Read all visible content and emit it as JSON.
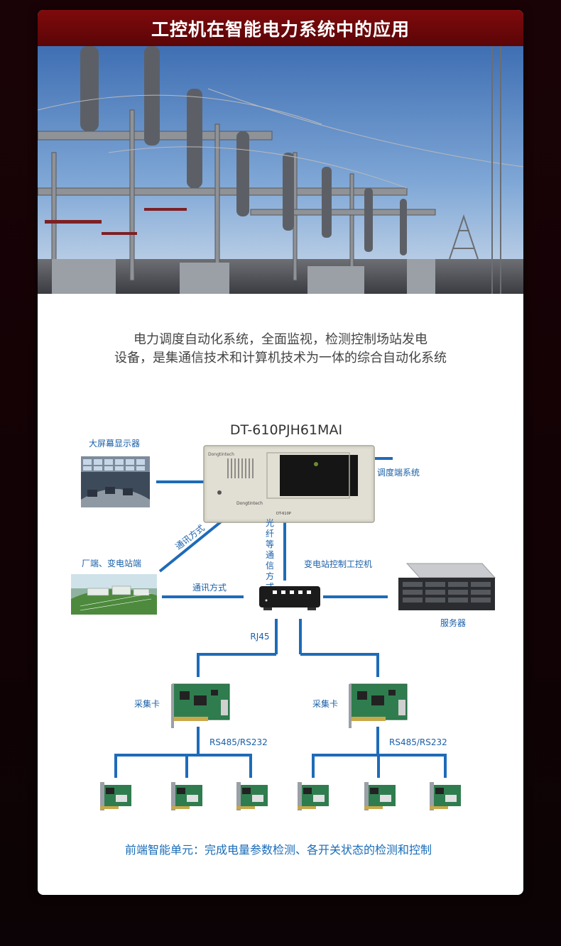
{
  "banner": {
    "title": "工控机在智能电力系统中的应用"
  },
  "intro": {
    "line1": "电力调度自动化系统，全面监视，检测控制场站发电",
    "line2": "设备，是集通信技术和计算机技术为一体的综合自动化系统"
  },
  "diagram": {
    "model": "DT-610PJH61MAI",
    "chassis_brand": "Dongtintech",
    "chassis_tag": "DT-610P",
    "big_screen": "大屏幕显示器",
    "dispatch": "调度端系统",
    "plant": "厂端、变电站端",
    "comm1": "通讯方式",
    "comm2": "通讯方式",
    "fiber": [
      "光",
      "纤",
      "等",
      "通",
      "信",
      "方",
      "式"
    ],
    "substation_ipc": "变电站控制工控机",
    "server": "服务器",
    "rj45": "RJ45",
    "acq_left": "采集卡",
    "acq_right": "采集卡",
    "rs_left": "RS485/RS232",
    "rs_right": "RS485/RS232",
    "footer": "前端智能单元：完成电量参数检测、各开关状态的检测和控制"
  },
  "colors": {
    "banner": "#6e0709",
    "line_blue": "#1e6bb8",
    "label_blue": "#1a5fa8",
    "footer_blue": "#1a6cb8",
    "background": "#120205"
  }
}
